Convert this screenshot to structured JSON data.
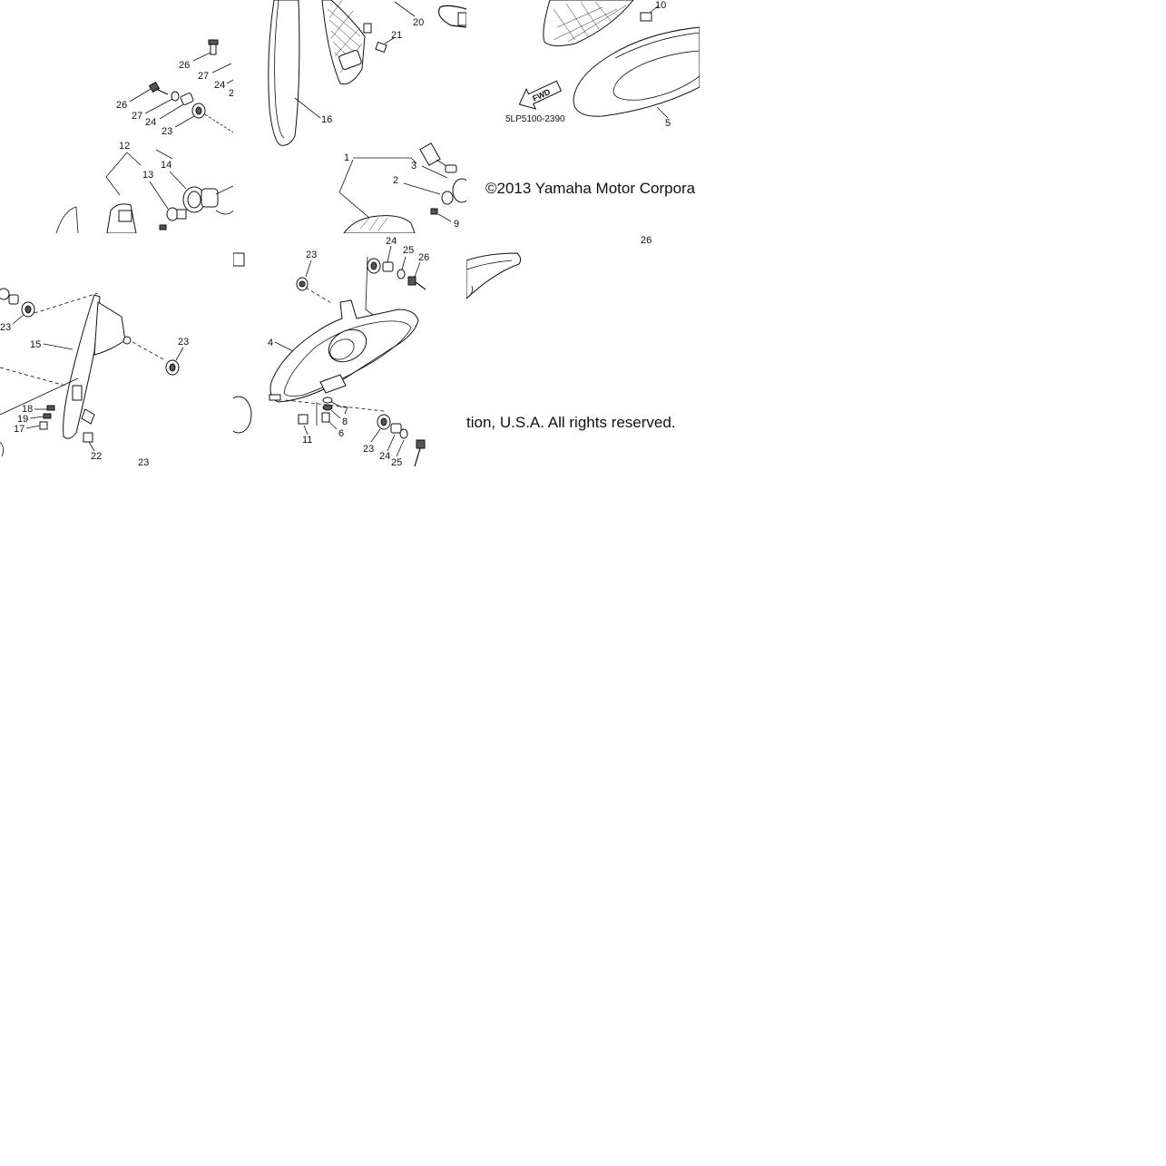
{
  "copyright_a": "©2013 Yamaha Motor Corpora",
  "copyright_b": "tion, U.S.A. All rights reserved.",
  "diagram_code": "5LP5100-2390",
  "fwd_label": "FWD",
  "labels": {
    "l1": "1",
    "l2": "2",
    "l3": "3",
    "l4": "4",
    "l5": "5",
    "l6": "6",
    "l7": "7",
    "l8": "8",
    "l9": "9",
    "l10": "10",
    "l11": "11",
    "l12": "12",
    "l13": "13",
    "l14": "14",
    "l15": "15",
    "l16": "16",
    "l17": "17",
    "l18": "18",
    "l19": "19",
    "l20": "20",
    "l21": "21",
    "l22": "22",
    "l23": "23",
    "l24": "24",
    "l25": "25",
    "l26": "26",
    "l27": "27",
    "l2s": "2"
  }
}
